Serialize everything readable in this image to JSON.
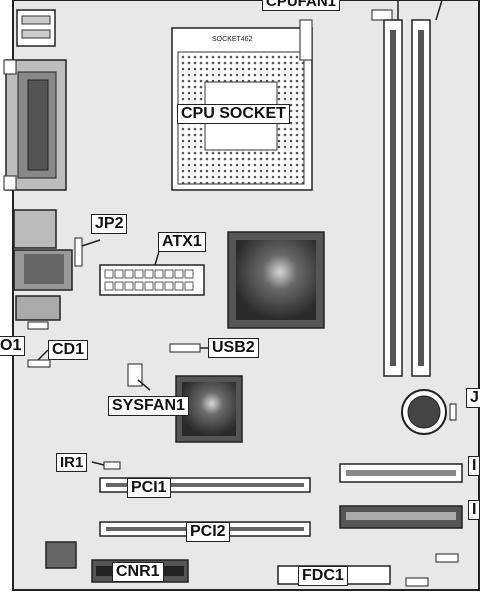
{
  "labels": {
    "cpufan": "CPUFAN1",
    "cpu_socket": "CPU SOCKET",
    "socket_text": "SOCKET462",
    "jp2": "JP2",
    "atx1": "ATX1",
    "o1": "O1",
    "cd1": "CD1",
    "usb2": "USB2",
    "sysfan1": "SYSFAN1",
    "ir1": "IR1",
    "pci1": "PCI1",
    "pci2": "PCI2",
    "cnr1": "CNR1",
    "fdc1": "FDC1",
    "j_right": "J",
    "i_upper": "I",
    "i_lower": "I"
  },
  "colors": {
    "board": "#e8e8e8",
    "outline": "#222222",
    "chip_dark": "#3a3a3a",
    "label_bg": "#ffffff"
  }
}
